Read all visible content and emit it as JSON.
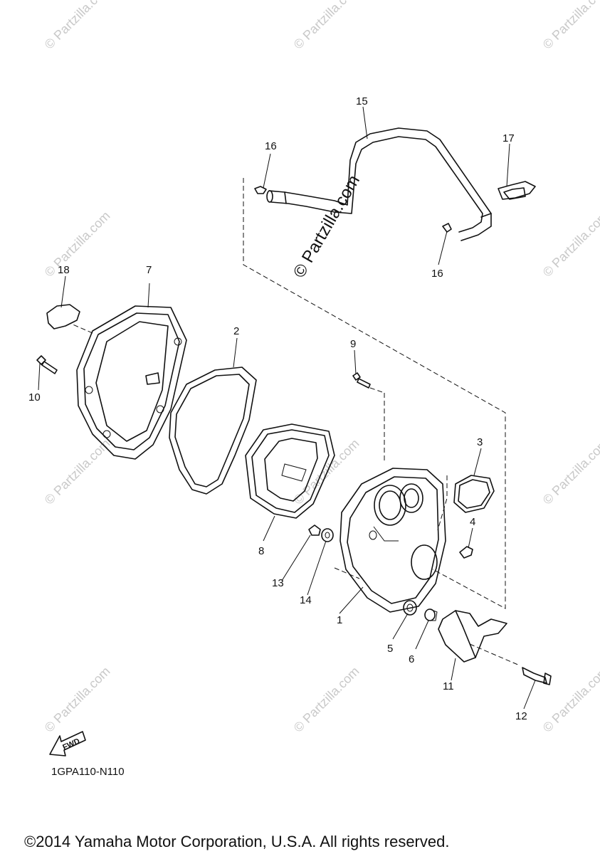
{
  "diagram": {
    "code": "1GPA110-N110",
    "copyright": "©2014 Yamaha Motor Corporation, U.S.A. All rights reserved.",
    "fwd_label": "FWD",
    "watermark_main": "© Partzilla.com",
    "watermark_small": "© Partzilla.com",
    "callouts": {
      "c1": "1",
      "c2": "2",
      "c3": "3",
      "c4": "4",
      "c5": "5",
      "c6": "6",
      "c7": "7",
      "c8": "8",
      "c9": "9",
      "c10": "10",
      "c11": "11",
      "c12": "12",
      "c13": "13",
      "c14": "14",
      "c15": "15",
      "c16a": "16",
      "c16b": "16",
      "c17": "17",
      "c18": "18"
    }
  }
}
